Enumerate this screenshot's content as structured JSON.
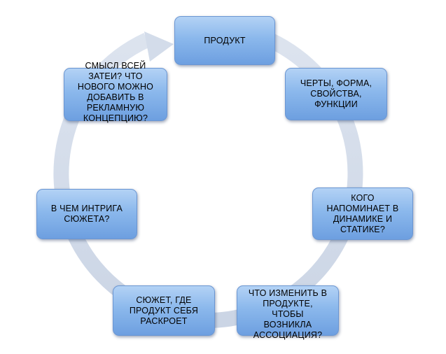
{
  "diagram": {
    "nodes": [
      {
        "id": "product",
        "label": "ПРОДУКТ"
      },
      {
        "id": "traits",
        "label": "ЧЕРТЫ, ФОРМА,\nСВОЙСТВА,\nФУНКЦИИ"
      },
      {
        "id": "reminds",
        "label": "КОГО\nНАПОМИНАЕТ В\nДИНАМИКЕ И\nСТАТИКЕ?"
      },
      {
        "id": "change",
        "label": "ЧТО ИЗМЕНИТЬ  В\nПРОДУКТЕ,\nЧТОБЫ\nВОЗНИКЛА\nАССОЦИАЦИЯ?"
      },
      {
        "id": "plot",
        "label": "СЮЖЕТ, ГДЕ\nПРОДУКТ СЕБЯ\nРАСКРОЕТ"
      },
      {
        "id": "intrigue",
        "label": "В ЧЕМ ИНТРИГА\nСЮЖЕТА?"
      },
      {
        "id": "meaning",
        "label": "СМЫСЛ ВСЕЙ\nЗАТЕИ? ЧТО\nНОВОГО МОЖНО\nДОБАВИТЬ В\nРЕКЛАМНУЮ\nКОНЦЕПЦИЮ?"
      }
    ],
    "cycle_color": "#d3dcea",
    "node_color": "#8bb8ec"
  }
}
